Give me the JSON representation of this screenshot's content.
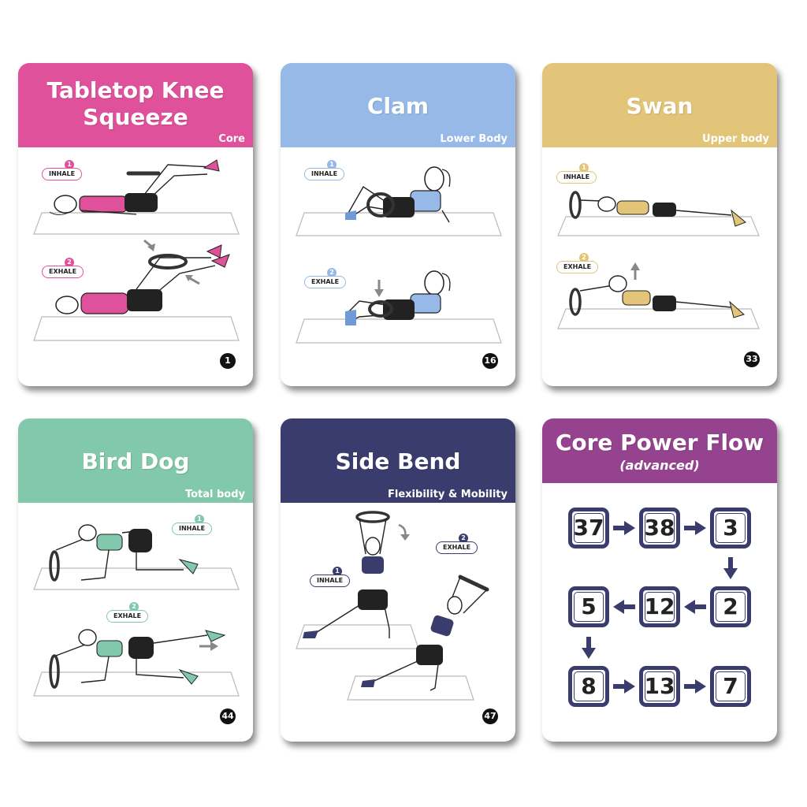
{
  "cards": [
    {
      "title": "Tabletop Knee Squeeze",
      "title_line1": "Tabletop Knee",
      "title_line2": "Squeeze",
      "category": "Core",
      "number": "1",
      "color": "#e0519b",
      "step1": "INHALE",
      "step2": "EXHALE"
    },
    {
      "title": "Clam",
      "category": "Lower Body",
      "number": "16",
      "color": "#96b9e7",
      "step1": "INHALE",
      "step2": "EXHALE"
    },
    {
      "title": "Swan",
      "category": "Upper body",
      "number": "33",
      "color": "#e2c578",
      "step1": "INHALE",
      "step2": "EXHALE"
    },
    {
      "title": "Bird Dog",
      "category": "Total body",
      "number": "44",
      "color": "#82c8ac",
      "step1": "INHALE",
      "step2": "EXHALE"
    },
    {
      "title": "Side Bend",
      "category": "Flexibility & Mobility",
      "number": "47",
      "color": "#3b3c6e",
      "step1": "INHALE",
      "step2": "EXHALE"
    }
  ],
  "flow": {
    "title": "Core Power Flow",
    "subtitle": "(advanced)",
    "color": "#95438e",
    "steps": [
      "37",
      "38",
      "3",
      "2",
      "12",
      "5",
      "8",
      "13",
      "7"
    ]
  },
  "icons": [
    "arrow-right-icon",
    "arrow-down-icon",
    "arrow-left-icon"
  ]
}
